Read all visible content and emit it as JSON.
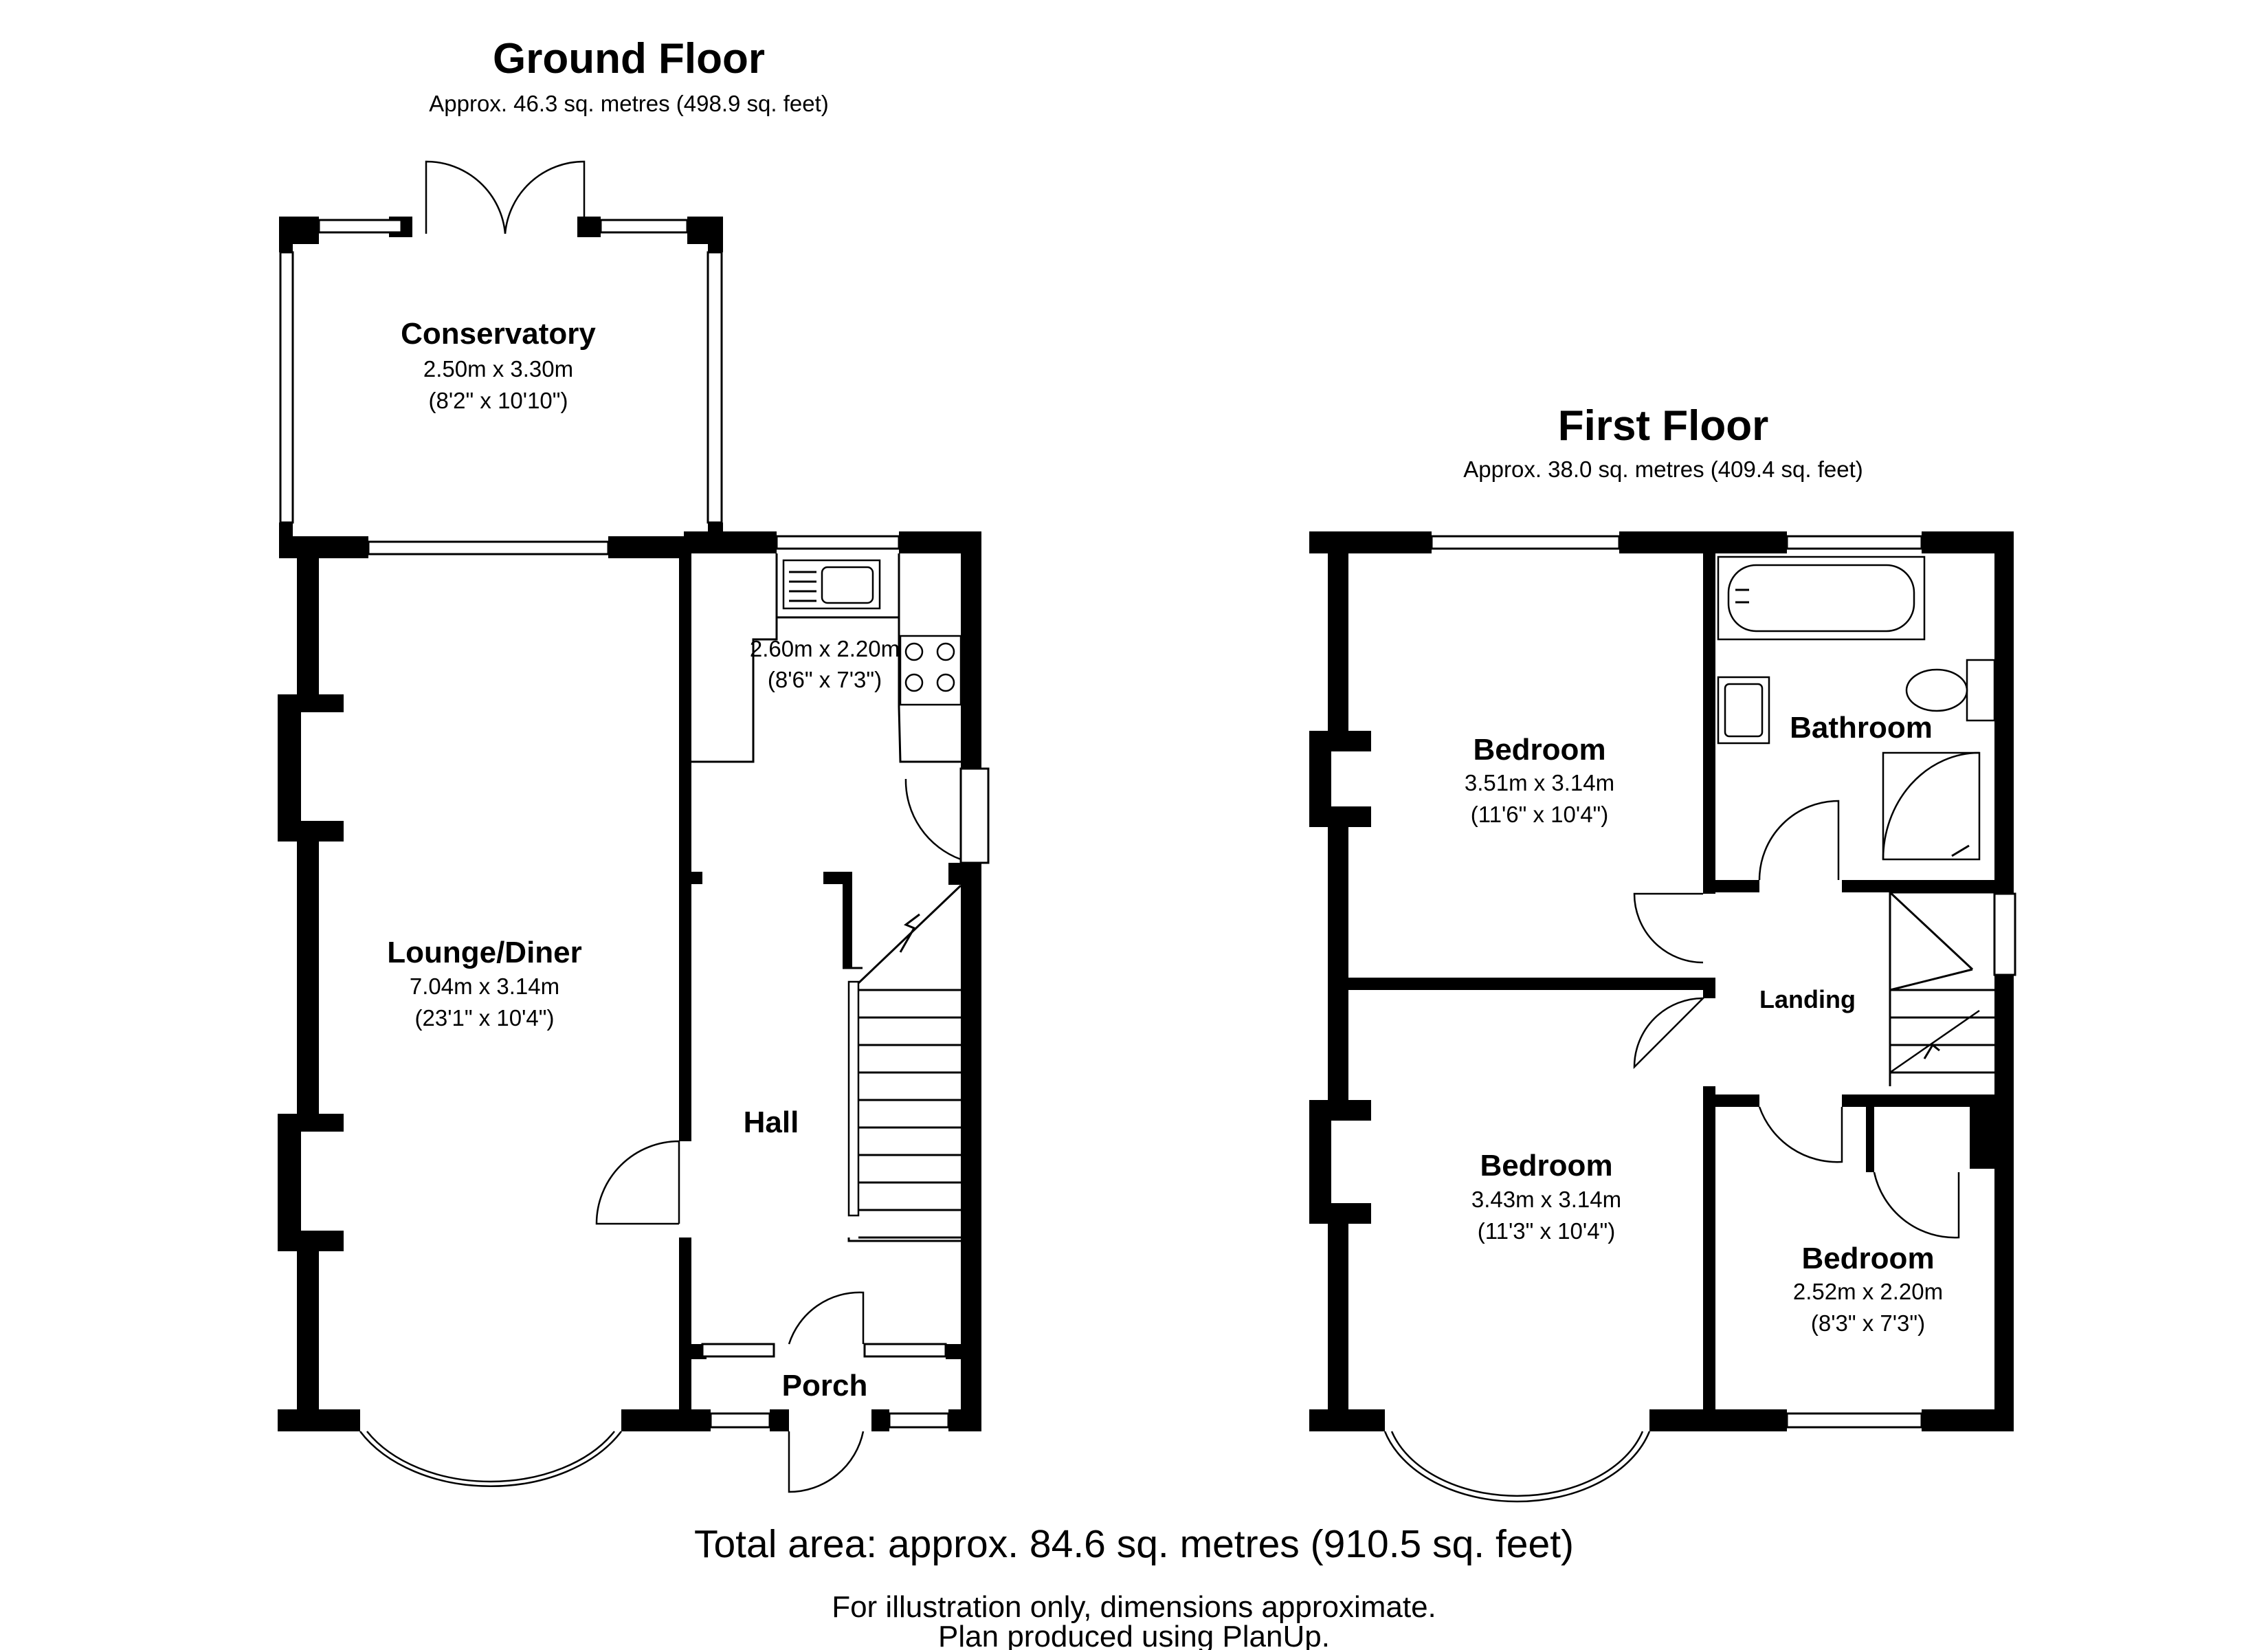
{
  "ground_floor": {
    "title": "Ground Floor",
    "area": "Approx. 46.3 sq. metres (498.9 sq. feet)",
    "rooms": {
      "conservatory": {
        "name": "Conservatory",
        "dim_m": "2.50m x 3.30m",
        "dim_ft": "(8'2\" x 10'10\")"
      },
      "kitchen": {
        "name": "",
        "dim_m": "2.60m x 2.20m",
        "dim_ft": "(8'6\" x 7'3\")"
      },
      "lounge": {
        "name": "Lounge/Diner",
        "dim_m": "7.04m x 3.14m",
        "dim_ft": "(23'1\" x 10'4\")"
      },
      "hall": {
        "name": "Hall"
      },
      "porch": {
        "name": "Porch"
      }
    }
  },
  "first_floor": {
    "title": "First Floor",
    "area": "Approx. 38.0 sq. metres (409.4 sq. feet)",
    "rooms": {
      "bedroom1": {
        "name": "Bedroom",
        "dim_m": "3.51m x 3.14m",
        "dim_ft": "(11'6\" x 10'4\")"
      },
      "bathroom": {
        "name": "Bathroom"
      },
      "landing": {
        "name": "Landing"
      },
      "bedroom2": {
        "name": "Bedroom",
        "dim_m": "3.43m x 3.14m",
        "dim_ft": "(11'3\" x 10'4\")"
      },
      "bedroom3": {
        "name": "Bedroom",
        "dim_m": "2.52m x 2.20m",
        "dim_ft": "(8'3\" x 7'3\")"
      }
    }
  },
  "total_area": "Total area: approx. 84.6 sq. metres (910.5 sq. feet)",
  "disclaimer": {
    "line1": "For illustration only, dimensions approximate.",
    "line2": "Plan produced using PlanUp."
  }
}
